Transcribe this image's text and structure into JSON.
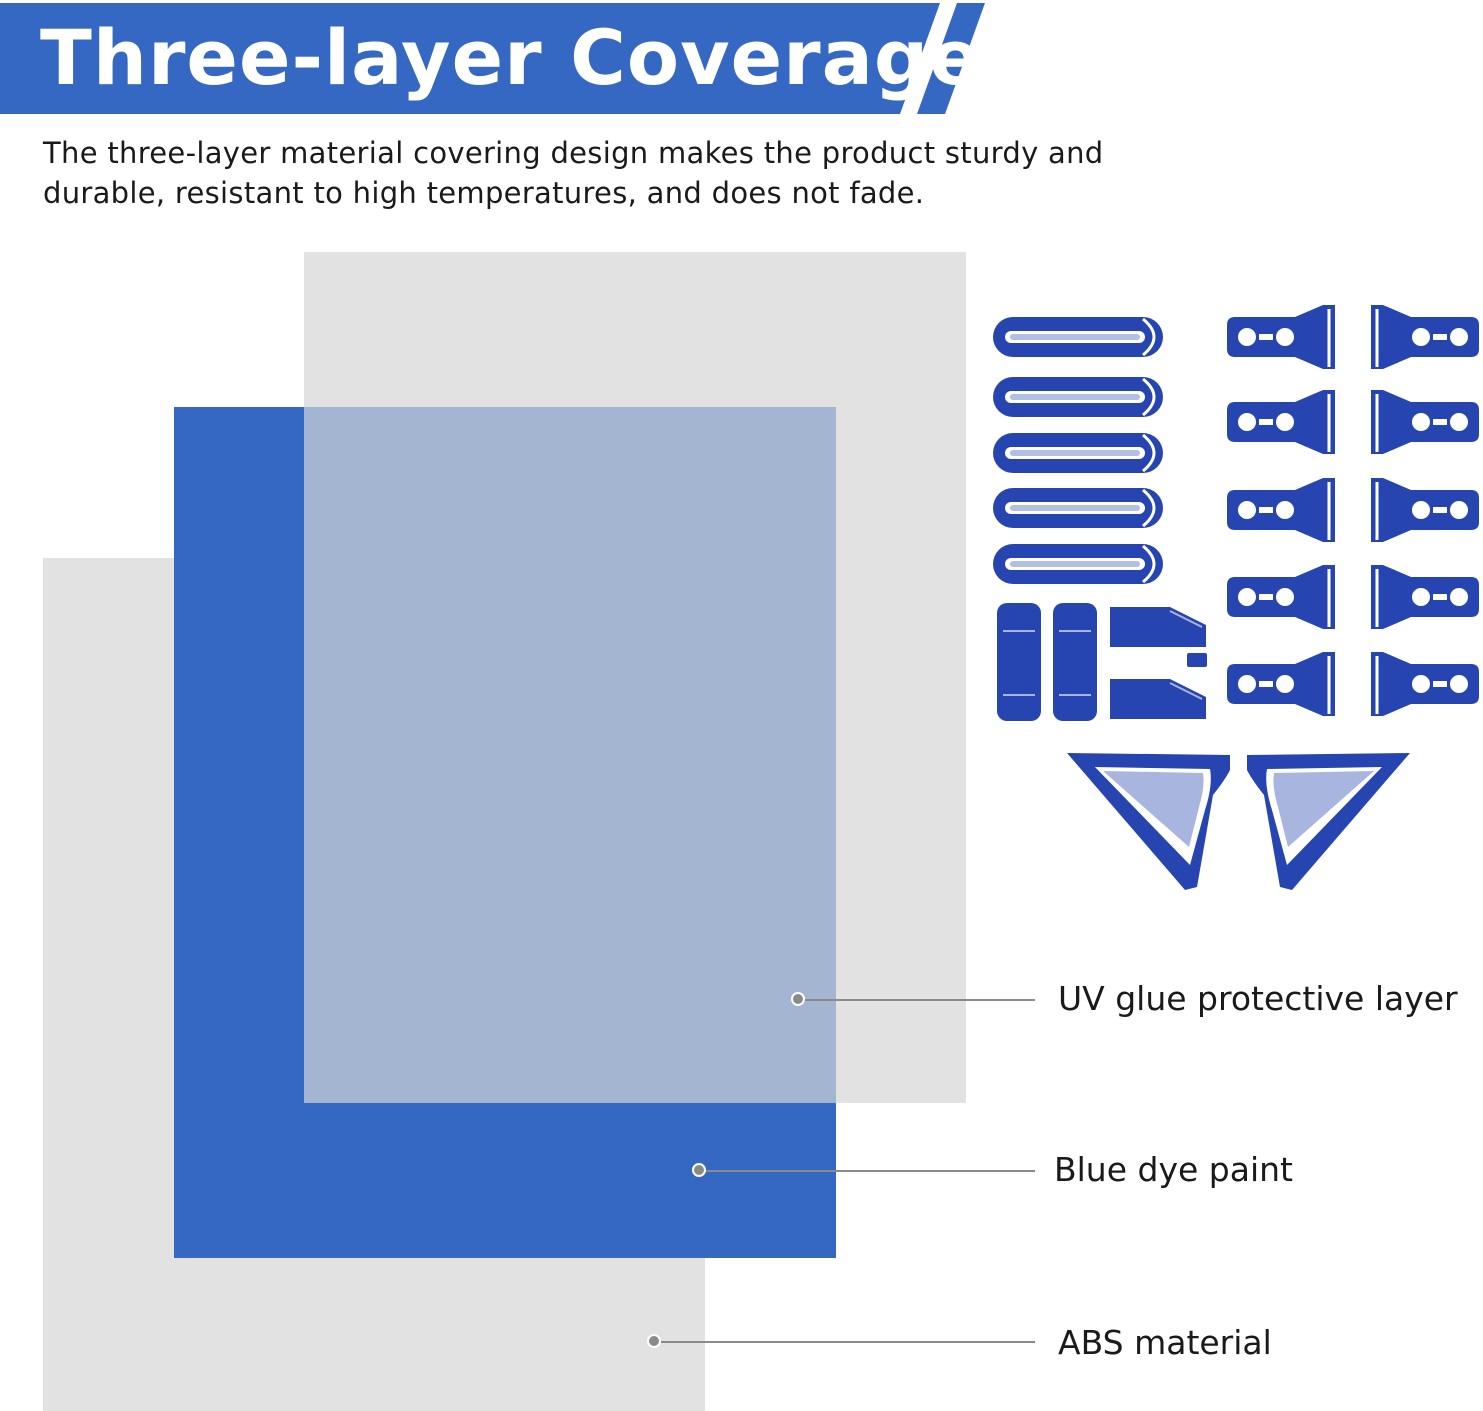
{
  "header": {
    "title": "Three-layer Coverage",
    "description": "The three-layer material covering design makes the product sturdy and durable, resistant to high temperatures, and does not fade."
  },
  "layers": [
    {
      "label": "UV glue protective layer"
    },
    {
      "label": "Blue dye paint"
    },
    {
      "label": "ABS material"
    }
  ],
  "colors": {
    "brand_blue": "#3468c3",
    "part_blue": "#2645b0",
    "layer_grey": "#e2e2e2",
    "uv_overlay": "#a4b5d2"
  },
  "product_image": {
    "icon": "blue-trim-kit-parts-illustration"
  }
}
